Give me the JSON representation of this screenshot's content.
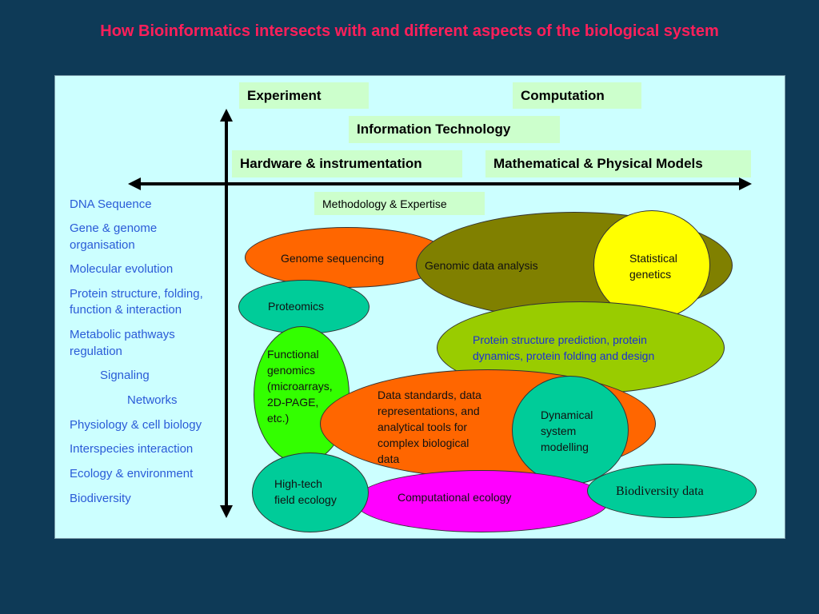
{
  "title": "How Bioinformatics intersects with and different aspects of the biological system",
  "top_boxes": {
    "experiment": "Experiment",
    "computation": "Computation",
    "information_technology": "Information Technology",
    "hardware": "Hardware & instrumentation",
    "models": "Mathematical & Physical Models",
    "methodology": "Methodology & Expertise"
  },
  "biology_list": [
    "DNA Sequence",
    "Gene & genome",
    "organisation",
    "Molecular evolution",
    "Protein structure, folding,",
    "function & interaction",
    "Metabolic pathways",
    "regulation",
    "Signaling",
    "Networks",
    "Physiology & cell biology",
    "Interspecies interaction",
    "Ecology & environment",
    "Biodiversity"
  ],
  "areas": {
    "genome_sequencing": "Genome sequencing",
    "genomic_data_analysis": "Genomic data analysis",
    "statistical_genetics": [
      "Statistical",
      "genetics"
    ],
    "proteomics": "Proteomics",
    "protein_structure": [
      "Protein structure prediction, protein",
      "dynamics, protein folding and design"
    ],
    "functional_genomics": [
      "Functional",
      "genomics",
      "(microarrays,",
      "2D-PAGE,",
      "etc.)"
    ],
    "data_standards": [
      "Data standards, data",
      "representations, and",
      "analytical tools for",
      "complex biological",
      "data"
    ],
    "dynamical_system": [
      "Dynamical",
      "system",
      "modelling"
    ],
    "hightech_ecology": [
      "High-tech",
      "field ecology"
    ],
    "computational_ecology": "Computational ecology",
    "biodiversity_data": "Biodiversity data"
  },
  "colors": {
    "background": "#0e3a57",
    "panel": "#ccffff",
    "title": "#ff1f5a",
    "box": "#ccffcc",
    "list_text": "#2a5bd7",
    "orange": "#ff6600",
    "olive": "#808000",
    "yellow": "#ffff00",
    "teal": "#00cc99",
    "lime": "#99cc00",
    "green": "#33ff00",
    "magenta": "#ff00ff"
  }
}
